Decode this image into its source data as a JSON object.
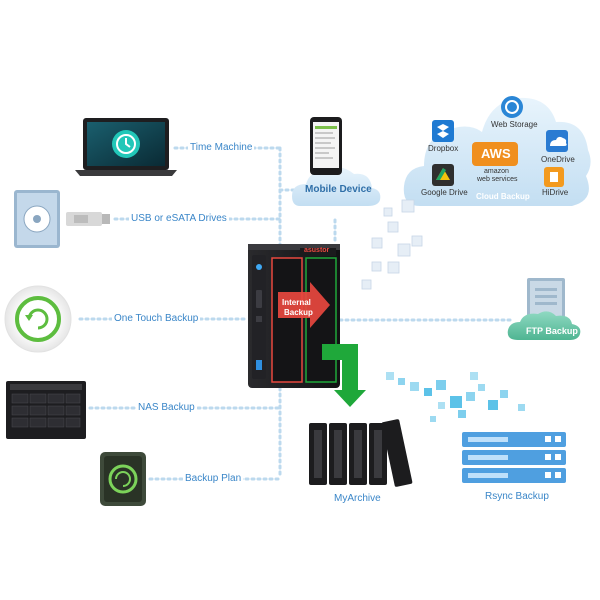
{
  "labels": {
    "time_machine": "Time Machine",
    "usb_esata": "USB or eSATA Drives",
    "one_touch": "One Touch Backup",
    "nas_backup": "NAS Backup",
    "backup_plan": "Backup Plan",
    "mobile_device": "Mobile Device",
    "ftp_backup": "FTP Backup",
    "myarchive": "MyArchive",
    "rsync_backup": "Rsync Backup",
    "internal_backup_line1": "Internal",
    "internal_backup_line2": "Backup",
    "nas_brand": "asustor"
  },
  "cloud": {
    "caption": "Cloud Backup",
    "services": {
      "dropbox": "Dropbox",
      "web_storage": "Web Storage",
      "aws": "AWS",
      "aws_sub1": "amazon",
      "aws_sub2": "web services",
      "onedrive": "OneDrive",
      "google_drive": "Google Drive",
      "hidrive": "HiDrive"
    }
  },
  "colors": {
    "link_blue": "#3a86c8",
    "dot_line": "#bcd9ee",
    "cloud_blue": "#c7e2f4",
    "ftp_green": "#6cc6a8",
    "arrow_red": "#e8483f",
    "arrow_green": "#1fa83a",
    "nas_body": "#1b1b1d"
  }
}
